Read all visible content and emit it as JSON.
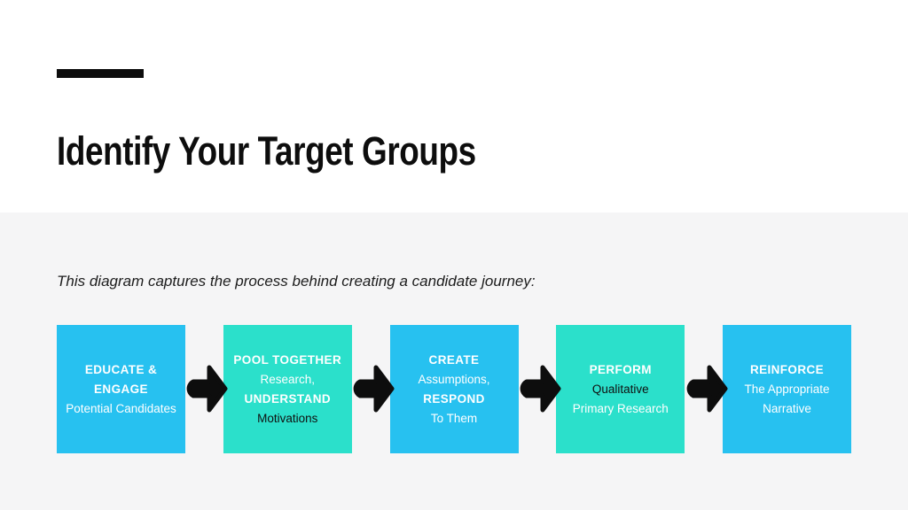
{
  "slide": {
    "title": "Identify Your Target Groups",
    "subtitle": "This diagram captures the process behind creating a candidate journey:",
    "background_top": "#FFFFFF",
    "background_bottom": "#F5F5F6",
    "accent_bar_color": "#0D0D0D"
  },
  "diagram": {
    "arrow_color": "#0D0D0D",
    "box_colors": {
      "blue": "#27C1F0",
      "teal": "#2BE0CB"
    },
    "steps": [
      {
        "fill": "blue",
        "lines": [
          {
            "text": "EDUCATE & ENGAGE",
            "style": "bold-white"
          },
          {
            "text": "Potential Candidates",
            "style": "regular-white"
          }
        ]
      },
      {
        "fill": "teal",
        "lines": [
          {
            "text": "POOL TOGETHER",
            "style": "bold-white"
          },
          {
            "text": "Research,",
            "style": "regular-white"
          },
          {
            "text": "UNDERSTAND",
            "style": "bold-white"
          },
          {
            "text": "Motivations",
            "style": "regular-dark"
          }
        ]
      },
      {
        "fill": "blue",
        "lines": [
          {
            "text": "CREATE",
            "style": "bold-white"
          },
          {
            "text": "Assumptions,",
            "style": "regular-white"
          },
          {
            "text": "RESPOND",
            "style": "bold-white"
          },
          {
            "text": "To Them",
            "style": "regular-white"
          }
        ]
      },
      {
        "fill": "teal",
        "lines": [
          {
            "text": "PERFORM",
            "style": "bold-white"
          },
          {
            "text": "Qualitative",
            "style": "regular-dark"
          },
          {
            "text": "Primary Research",
            "style": "regular-white"
          }
        ]
      },
      {
        "fill": "blue",
        "lines": [
          {
            "text": "REINFORCE",
            "style": "bold-white"
          },
          {
            "text": "The Appropriate",
            "style": "regular-white"
          },
          {
            "text": "Narrative",
            "style": "regular-white"
          }
        ]
      }
    ]
  }
}
